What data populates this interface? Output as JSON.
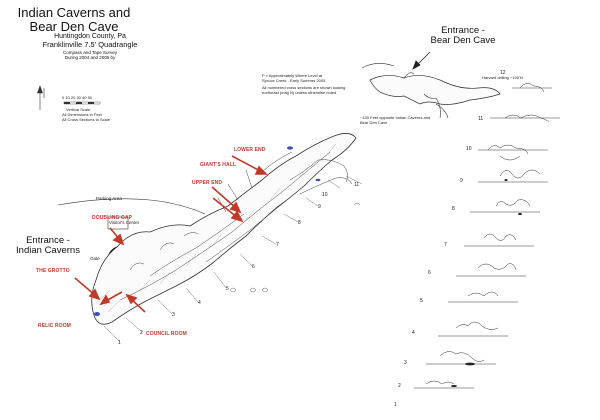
{
  "title": {
    "line1": "Indian Caverns and",
    "line2": "Bear Den Cave",
    "county": "Huntingdon County, Pa",
    "quadrangle": "Franklinville 7.5' Quadrangle",
    "survey_line1": "Compass and Tape Survey",
    "survey_line2": "During 2004 and 2005 by"
  },
  "labels": {
    "entrance_bear": [
      "Entrance -",
      "Bear Den Cave"
    ],
    "entrance_indian": [
      "Entrance -",
      "Indian Caverns"
    ],
    "lower_end": "LOWER END",
    "giants_hall": "GIANT'S HALL",
    "upper_end": "UPPER END",
    "doubling_gap": "DOUBLING GAP",
    "visitors_center": "Visitor's Center",
    "gate": "Gate",
    "the_grotto": "THE GROTTO",
    "relic_room": "RELIC ROOM",
    "council_room": "COUNCIL ROOM",
    "parking_area": "Parking Area",
    "vertical_scale": "Vertical Scale",
    "all_dimensions": "All Dimensions in Feet",
    "all_cross_sections": "All Cross Sections to Scale",
    "scale_numbers": "0   10   20   30   40   50",
    "bear_note": "Harvard drilling ~100'N",
    "offset_note": "~130 Feet opposite Indian Caverns and Bear Den Cave",
    "legend_note1": "P ≈ Approximately Where Level at",
    "legend_note2": "Spruce Creek - Early Summer 2005",
    "legend_note3": "All numbered cross sections are shown looking",
    "legend_note4": "northeast (mag N) unless otherwise noted"
  },
  "section_numbers": [
    "12",
    "11",
    "10",
    "9",
    "8",
    "7",
    "6",
    "5",
    "4",
    "3",
    "2",
    "1"
  ],
  "map_numbers": [
    "1",
    "2",
    "3",
    "4",
    "5",
    "6",
    "7",
    "8",
    "9",
    "10",
    "11"
  ],
  "colors": {
    "arrow": "#c0392b",
    "text_red": "#c0392b",
    "line": "#333333",
    "water": "#3b4fb8"
  }
}
